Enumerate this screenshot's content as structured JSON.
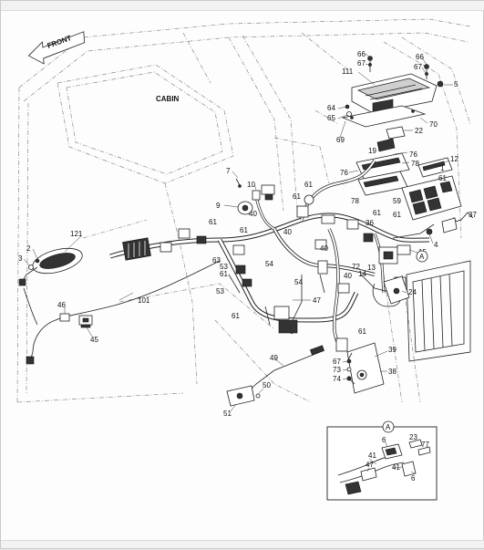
{
  "diagram": {
    "direction_label": "FRONT",
    "cabin_label": "CABIN",
    "detail_marker": "A",
    "main_labels": [
      {
        "id": "66a",
        "text": "66"
      },
      {
        "id": "67a",
        "text": "67"
      },
      {
        "id": "66b",
        "text": "66"
      },
      {
        "id": "67b",
        "text": "67"
      },
      {
        "id": "111",
        "text": "111"
      },
      {
        "id": "5",
        "text": "5"
      },
      {
        "id": "64",
        "text": "64"
      },
      {
        "id": "65",
        "text": "65"
      },
      {
        "id": "70",
        "text": "70"
      },
      {
        "id": "22",
        "text": "22"
      },
      {
        "id": "69",
        "text": "69"
      },
      {
        "id": "19",
        "text": "19"
      },
      {
        "id": "76a",
        "text": "76"
      },
      {
        "id": "78a",
        "text": "78"
      },
      {
        "id": "76b",
        "text": "76"
      },
      {
        "id": "12",
        "text": "12"
      },
      {
        "id": "1",
        "text": "1"
      },
      {
        "id": "61a",
        "text": "61"
      },
      {
        "id": "7",
        "text": "7"
      },
      {
        "id": "10",
        "text": "10"
      },
      {
        "id": "61b",
        "text": "61"
      },
      {
        "id": "61c",
        "text": "61"
      },
      {
        "id": "9",
        "text": "9"
      },
      {
        "id": "40a",
        "text": "40"
      },
      {
        "id": "78b",
        "text": "78"
      },
      {
        "id": "59",
        "text": "59"
      },
      {
        "id": "61d",
        "text": "61"
      },
      {
        "id": "61e",
        "text": "61"
      },
      {
        "id": "36",
        "text": "36"
      },
      {
        "id": "61f",
        "text": "61"
      },
      {
        "id": "37",
        "text": "37"
      },
      {
        "id": "121",
        "text": "121"
      },
      {
        "id": "61g",
        "text": "61"
      },
      {
        "id": "40b",
        "text": "40"
      },
      {
        "id": "4",
        "text": "4"
      },
      {
        "id": "2",
        "text": "2"
      },
      {
        "id": "3",
        "text": "3"
      },
      {
        "id": "63",
        "text": "63"
      },
      {
        "id": "40c",
        "text": "40"
      },
      {
        "id": "15",
        "text": "15"
      },
      {
        "id": "53a",
        "text": "53"
      },
      {
        "id": "61h",
        "text": "61"
      },
      {
        "id": "54a",
        "text": "54"
      },
      {
        "id": "72",
        "text": "72"
      },
      {
        "id": "14",
        "text": "14"
      },
      {
        "id": "13",
        "text": "13"
      },
      {
        "id": "40d",
        "text": "40"
      },
      {
        "id": "54b",
        "text": "54"
      },
      {
        "id": "101",
        "text": "101"
      },
      {
        "id": "53b",
        "text": "53"
      },
      {
        "id": "47",
        "text": "47"
      },
      {
        "id": "24",
        "text": "24"
      },
      {
        "id": "46",
        "text": "46"
      },
      {
        "id": "61i",
        "text": "61"
      },
      {
        "id": "45",
        "text": "45"
      },
      {
        "id": "61j",
        "text": "61"
      },
      {
        "id": "39",
        "text": "39"
      },
      {
        "id": "49",
        "text": "49"
      },
      {
        "id": "67c",
        "text": "67"
      },
      {
        "id": "73",
        "text": "73"
      },
      {
        "id": "38",
        "text": "38"
      },
      {
        "id": "74",
        "text": "74"
      },
      {
        "id": "50",
        "text": "50"
      },
      {
        "id": "51",
        "text": "51"
      }
    ],
    "inset_labels": [
      {
        "id": "i6a",
        "text": "6"
      },
      {
        "id": "i23",
        "text": "23"
      },
      {
        "id": "i77",
        "text": "77"
      },
      {
        "id": "i41a",
        "text": "41"
      },
      {
        "id": "i47",
        "text": "47"
      },
      {
        "id": "i41b",
        "text": "41"
      },
      {
        "id": "i6b",
        "text": "6"
      }
    ]
  }
}
